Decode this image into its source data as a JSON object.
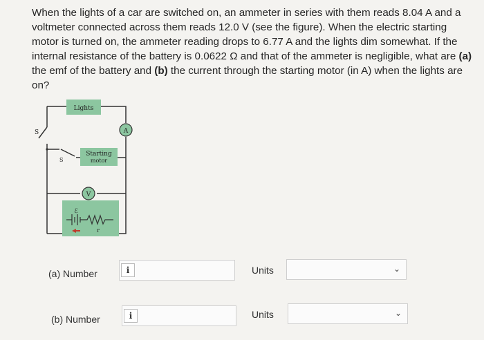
{
  "question": {
    "p1": "When the lights of a car are switched on, an ammeter in series with them reads 8.04 A and a voltmeter connected across them reads 12.0 V (see the figure). When the electric starting motor is turned on, the ammeter reading drops to 6.77 A and the lights dim somewhat. If the internal resistance of the battery is 0.0622 Ω and that of the ammeter is negligible, what are ",
    "a_tag": "(a)",
    "p2": " the emf of the battery and ",
    "b_tag": "(b)",
    "p3": " the current through the starting motor (in A) when the lights are on?"
  },
  "figure": {
    "lights_label": "Lights",
    "switch1_label": "S",
    "switch2_label": "S",
    "motor_label_1": "Starting",
    "motor_label_2": "motor",
    "ammeter_label": "A",
    "voltmeter_label": "V",
    "emf_label": "ℰ",
    "r_label": "r",
    "colors": {
      "component_fill": "#8cc6a0",
      "wire": "#333333",
      "background": "#f4f3f0"
    }
  },
  "answers": [
    {
      "label": "(a)  Number",
      "info": "i",
      "value": "",
      "units_label": "Units",
      "units_value": ""
    },
    {
      "label": "(b)  Number",
      "info": "i",
      "value": "",
      "units_label": "Units",
      "units_value": ""
    }
  ]
}
